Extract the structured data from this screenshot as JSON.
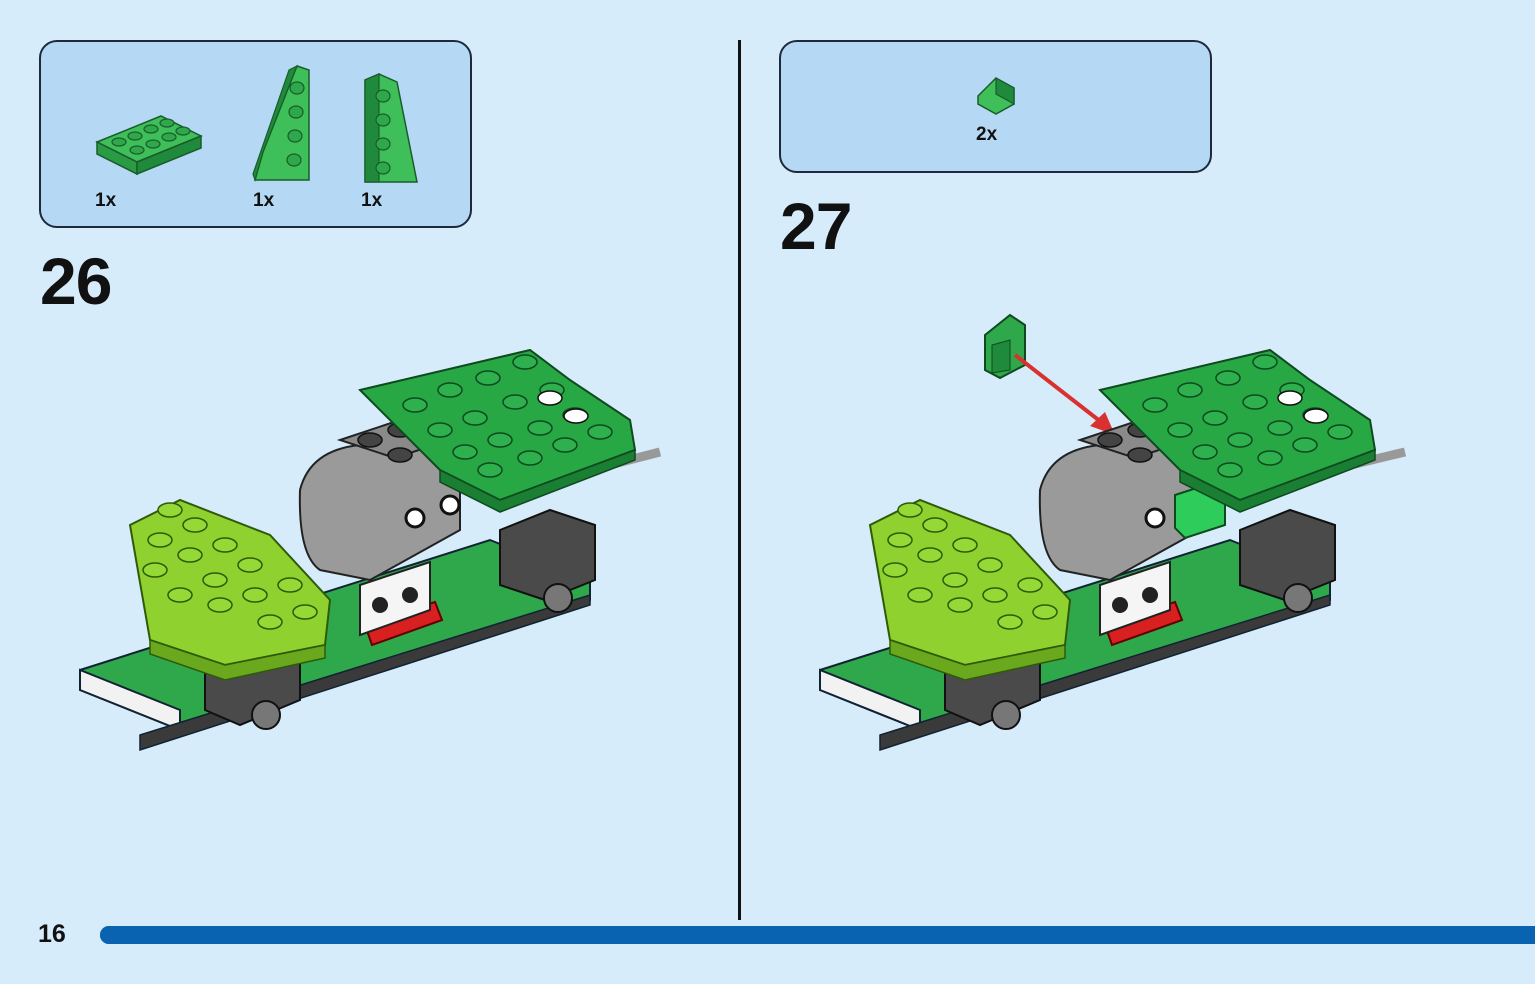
{
  "page": {
    "number": "16",
    "progress": 1.0,
    "accent": "#0a63b0",
    "background": "#d6ecfb"
  },
  "steps": [
    {
      "number": "26",
      "parts": [
        {
          "icon": "green-plate-2x4-icon",
          "qty": "1x"
        },
        {
          "icon": "green-wedge-plate-left-icon",
          "qty": "1x"
        },
        {
          "icon": "green-wedge-plate-right-icon",
          "qty": "1x"
        }
      ]
    },
    {
      "number": "27",
      "parts": [
        {
          "icon": "green-slope-tile-icon",
          "qty": "2x"
        }
      ]
    }
  ],
  "colors": {
    "green": "#28a745",
    "lime": "#8fd12f",
    "gray": "#8c8c8c",
    "dark": "#3a3a3a",
    "red": "#d92020",
    "arrow": "#d93030"
  }
}
